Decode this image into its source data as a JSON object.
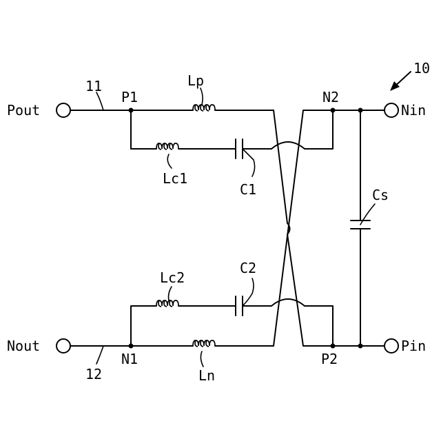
{
  "figure_ref": "10",
  "terminals": {
    "pout": "Pout",
    "nout": "Nout",
    "nin": "Nin",
    "pin": "Pin"
  },
  "nodes": {
    "p1": "P1",
    "n1": "N1",
    "n2": "N2",
    "p2": "P2"
  },
  "lines": {
    "line11": "11",
    "line12": "12"
  },
  "components": {
    "lp": "Lp",
    "ln": "Ln",
    "lc1": "Lc1",
    "lc2": "Lc2",
    "c1": "C1",
    "c2": "C2",
    "cs": "Cs"
  }
}
